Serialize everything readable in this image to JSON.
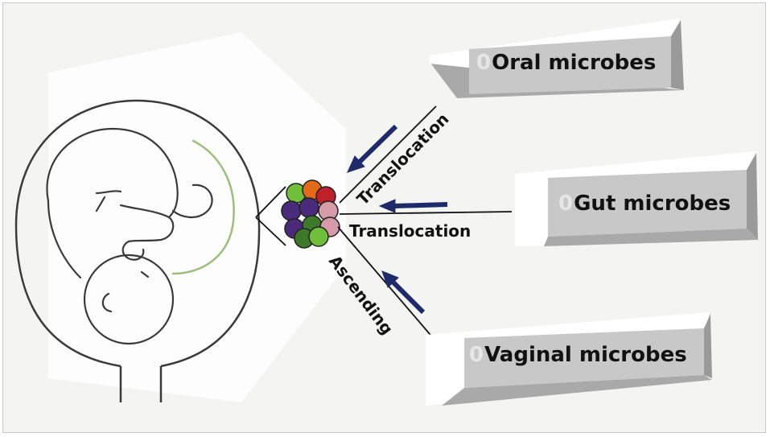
{
  "sources": {
    "oral": {
      "bullet": "0",
      "label": "Oral microbes"
    },
    "gut": {
      "bullet": "0",
      "label": "Gut microbes"
    },
    "vaginal": {
      "bullet": "0",
      "label": "Vaginal microbes"
    }
  },
  "routes": {
    "oral": "Translocation",
    "gut": "Translocation",
    "vaginal": "Ascending"
  },
  "colors": {
    "arrow": "#1f2a6b",
    "line": "#111111",
    "fetus_outline": "#3a3a3a",
    "cord": "#9bbf7a",
    "box_face": "#c8c8c8",
    "microbes": [
      "#6fbf3a",
      "#e36a1b",
      "#c0202a",
      "#4a2a7a",
      "#d79aa8",
      "#3c7a2a"
    ]
  }
}
